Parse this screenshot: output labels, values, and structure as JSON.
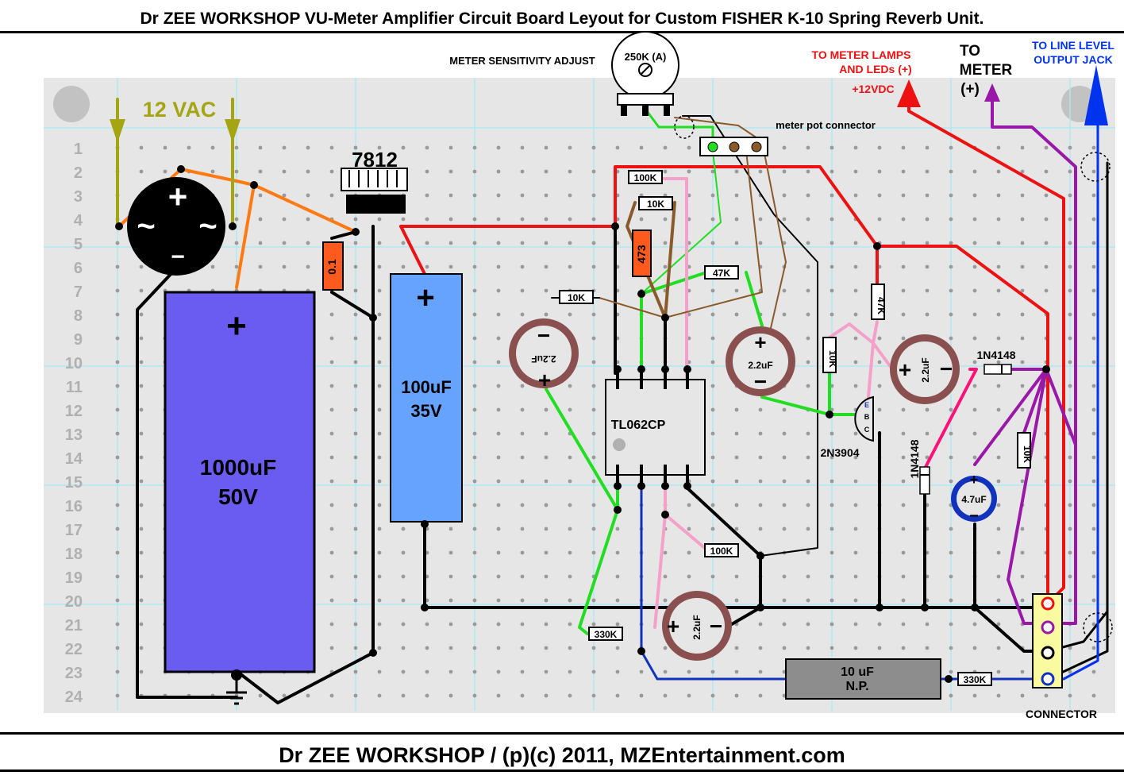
{
  "title": "Dr ZEE WORKSHOP VU-Meter Amplifier Circuit Board Leyout for Custom FISHER K-10 Spring Reverb Unit.",
  "footer": "Dr ZEE WORKSHOP / (p)(c) 2011, MZEntertainment.com",
  "row_numbers": [
    "1",
    "2",
    "3",
    "4",
    "5",
    "6",
    "7",
    "8",
    "9",
    "10",
    "11",
    "12",
    "13",
    "14",
    "15",
    "16",
    "17",
    "18",
    "19",
    "20",
    "21",
    "22",
    "23",
    "24"
  ],
  "labels": {
    "vac": "12 VAC",
    "regulator": "7812",
    "pot_caption": "METER SENSITIVITY ADJUST",
    "pot_value": "250K (A)",
    "pot_connector": "meter pot connector",
    "meter_lamps_1": "TO METER LAMPS",
    "meter_lamps_2": "AND LEDs (+)",
    "volts": "+12VDC",
    "to_meter_1": "TO",
    "to_meter_2": "METER",
    "to_meter_3": "(+)",
    "line_out_1": "TO LINE LEVEL",
    "line_out_2": "OUTPUT JACK",
    "connector": "CONNECTOR",
    "ic": "TL062CP",
    "transistor": "2N3904",
    "cap_big_1": "1000uF",
    "cap_big_2": "50V",
    "cap_med_1": "100uF",
    "cap_med_2": "35V",
    "cap_np_1": "10 uF",
    "cap_np_2": "N.P.",
    "cap_22": "2.2uF",
    "cap_47": "4.7uF",
    "r_100k": "100K",
    "r_10k": "10K",
    "r_47k": "47K",
    "r_330k": "330K",
    "r_473": "473",
    "c_01": "0.1",
    "diode": "1N4148",
    "plus": "+",
    "minus": "−",
    "tilde": "~",
    "ebc_e": "E",
    "ebc_b": "B",
    "ebc_c": "C"
  },
  "colors": {
    "board": "#e6e6e6",
    "grid": "#aee8f5",
    "red": "#ee1111",
    "orange": "#ff7a12",
    "green": "#22dd22",
    "pink": "#f4a0c8",
    "brown": "#8a5a2a",
    "purple": "#9a18a8",
    "blue": "#1133bb",
    "lineblue": "#0033ee",
    "olive": "#a5a513",
    "cap_big": "#6a5cf0",
    "cap_med": "#66a3ff",
    "resistor_orange": "#ff5a1e"
  }
}
